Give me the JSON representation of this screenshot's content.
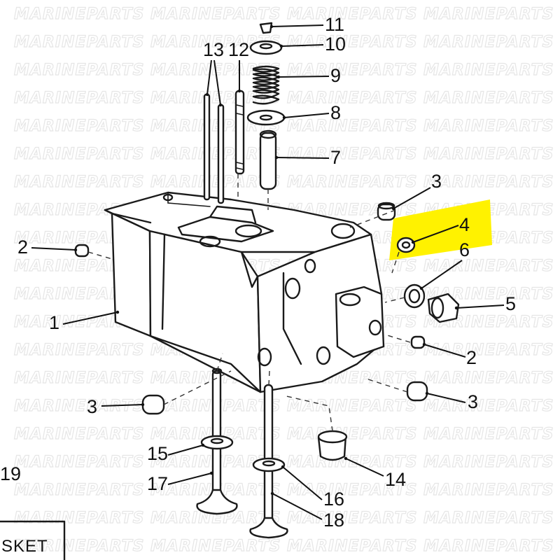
{
  "watermark": "MARINEPARTS",
  "highlight_color": "#fff200",
  "callouts": [
    {
      "id": "c1",
      "label": "1"
    },
    {
      "id": "c2a",
      "label": "2"
    },
    {
      "id": "c2b",
      "label": "2"
    },
    {
      "id": "c3a",
      "label": "3"
    },
    {
      "id": "c3b",
      "label": "3"
    },
    {
      "id": "c3c",
      "label": "3"
    },
    {
      "id": "c4",
      "label": "4"
    },
    {
      "id": "c5",
      "label": "5"
    },
    {
      "id": "c6",
      "label": "6"
    },
    {
      "id": "c7",
      "label": "7"
    },
    {
      "id": "c8",
      "label": "8"
    },
    {
      "id": "c9",
      "label": "9"
    },
    {
      "id": "c10",
      "label": "10"
    },
    {
      "id": "c11",
      "label": "11"
    },
    {
      "id": "c12",
      "label": "12"
    },
    {
      "id": "c13",
      "label": "13"
    },
    {
      "id": "c14",
      "label": "14"
    },
    {
      "id": "c15",
      "label": "15"
    },
    {
      "id": "c16",
      "label": "16"
    },
    {
      "id": "c17",
      "label": "17"
    },
    {
      "id": "c18",
      "label": "18"
    },
    {
      "id": "c19",
      "label": "19"
    }
  ],
  "inset_text": "SKET"
}
